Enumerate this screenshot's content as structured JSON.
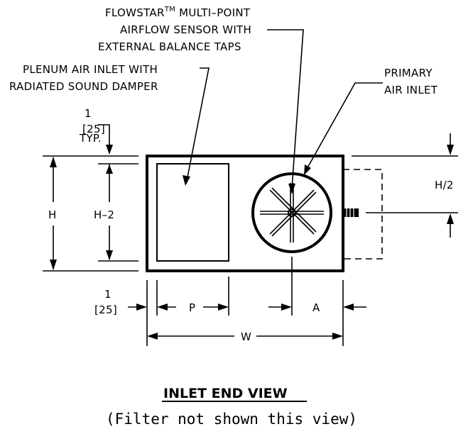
{
  "labels": {
    "flowstar_line1": "FLOWSTAR",
    "flowstar_tm": "TM",
    "flowstar_line1_rest": " MULTI–POINT",
    "flowstar_line2": "AIRFLOW SENSOR WITH",
    "flowstar_line3": "EXTERNAL BALANCE TAPS",
    "plenum_line1": "PLENUM AIR INLET WITH",
    "plenum_line2": "RADIATED SOUND DAMPER",
    "primary_line1": "PRIMARY",
    "primary_line2": "AIR INLET"
  },
  "dimensions": {
    "top_gap_value": "1",
    "top_gap_metric": "[25]",
    "top_gap_note": "TYP.",
    "h": "H",
    "h_minus_2": "H–2",
    "h_half": "H/2",
    "left_gap_value": "1",
    "left_gap_metric": "[25]",
    "p": "P",
    "a": "A",
    "w": "W"
  },
  "title": "INLET END VIEW",
  "subtitle": "(Filter not shown this view)"
}
